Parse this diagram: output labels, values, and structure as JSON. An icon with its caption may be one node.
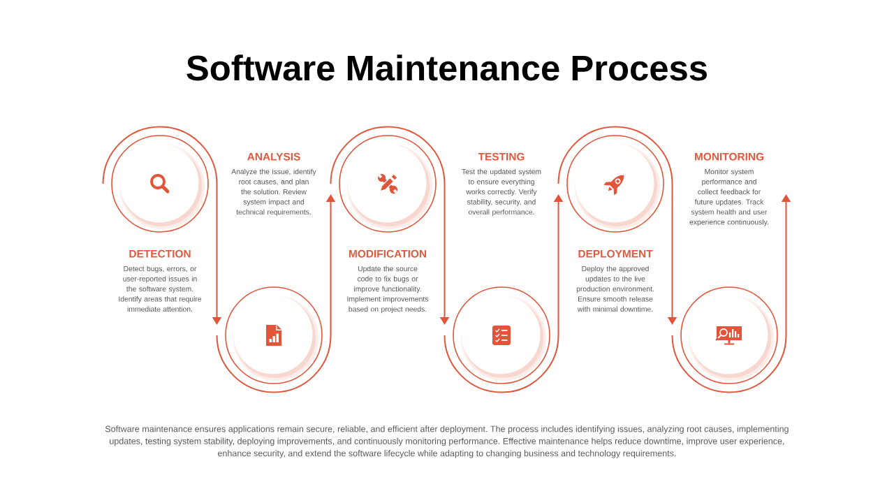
{
  "diagram": {
    "title": "Software Maintenance Process",
    "nodes": [
      {
        "text": [],
        "shape": "circle"
      },
      {
        "text": [],
        "shape": "circle"
      },
      {
        "text": [],
        "shape": "circle"
      },
      {
        "text": [],
        "shape": "circle"
      },
      {
        "text": [],
        "shape": "circle"
      },
      {
        "text": [],
        "shape": "circle"
      }
    ],
    "edges": [
      {
        "from": 0,
        "to": 1,
        "arrow": "to"
      },
      {
        "from": 1,
        "to": 2,
        "arrow": "to"
      },
      {
        "from": 2,
        "to": 3,
        "arrow": "to"
      },
      {
        "from": 3,
        "to": 4,
        "arrow": "to"
      },
      {
        "from": 4,
        "to": 5,
        "arrow": "to"
      },
      {
        "from": 5,
        "to": null,
        "arrow": "to"
      }
    ],
    "labels": [
      "DETECTION",
      "Detect bugs, errors, or user-reported issues in the software system. Identify areas that require immediate attention.",
      "ANALYSIS",
      "Analyze the issue, identify root causes, and plan the solution. Review system impact and technical requirements.",
      "MODIFICATION",
      "Update the source code to fix bugs or improve functionality. Implement improvements based on project needs.",
      "TESTING",
      "Test the updated system to ensure everything works correctly. Verify stability, security, and overall performance.",
      "DEPLOYMENT",
      "Deploy the approved updates to the live production environment. Ensure smooth release with minimal downtime.",
      "MONITORING",
      "Monitor system performance and collect feedback for future updates. Track system health and user experience continuously."
    ],
    "caption": "Software maintenance ensures applications remain secure, reliable, and efficient after deployment. The process includes identifying issues, analyzing root causes, implementing updates, testing system stability, deploying improvements, and continuously monitoring performance. Effective maintenance helps reduce downtime, improve user experience, enhance security, and extend the software lifecycle while adapting to changing business and technology requirements."
  }
}
